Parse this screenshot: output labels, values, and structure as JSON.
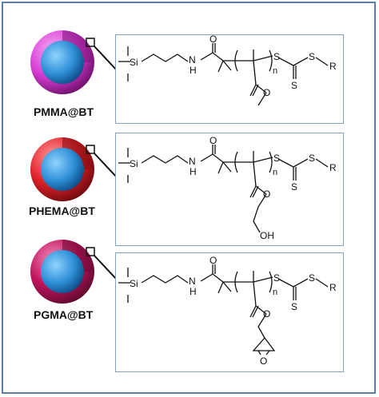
{
  "panels": [
    {
      "label": "PMMA@BT",
      "shell_color": "#d93fd6",
      "core_color": "#2f8fd6",
      "structure": {
        "si": "Si",
        "nh": "N",
        "h": "H",
        "o": "O",
        "n": "n",
        "s1": "S",
        "s2": "S",
        "s3": "S",
        "r": "R",
        "side_o": "O"
      },
      "side_chain": "methyl-ester"
    },
    {
      "label": "PHEMA@BT",
      "shell_color": "#e2222a",
      "core_color": "#2f8fd6",
      "structure": {
        "si": "Si",
        "nh": "N",
        "h": "H",
        "o": "O",
        "n": "n",
        "s1": "S",
        "s2": "S",
        "s3": "S",
        "r": "R",
        "side_o": "O",
        "oh": "OH"
      },
      "side_chain": "hydroxyethyl-ester"
    },
    {
      "label": "PGMA@BT",
      "shell_color": "#c2145e",
      "core_color": "#2f8fd6",
      "structure": {
        "si": "Si",
        "nh": "N",
        "h": "H",
        "o": "O",
        "n": "n",
        "s1": "S",
        "s2": "S",
        "s3": "S",
        "r": "R",
        "side_o": "O",
        "ep_o": "O"
      },
      "side_chain": "glycidyl-ester"
    }
  ]
}
